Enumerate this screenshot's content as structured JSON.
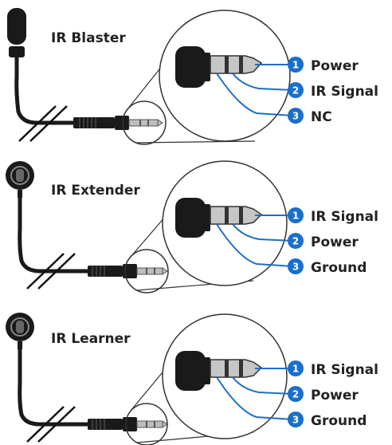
{
  "colors": {
    "accent": "#1a6fc9",
    "cable": "#1a1a1a",
    "metal": "#b8b8b8"
  },
  "panels": [
    {
      "device": "IR Blaster",
      "device_icon": "ir-blaster-emitter-icon",
      "pins": [
        {
          "number": "1",
          "label": "Power"
        },
        {
          "number": "2",
          "label": "IR Signal"
        },
        {
          "number": "3",
          "label": "NC"
        }
      ]
    },
    {
      "device": "IR Extender",
      "device_icon": "ir-receiver-eye-icon",
      "pins": [
        {
          "number": "1",
          "label": "IR Signal"
        },
        {
          "number": "2",
          "label": "Power"
        },
        {
          "number": "3",
          "label": "Ground"
        }
      ]
    },
    {
      "device": "IR Learner",
      "device_icon": "ir-receiver-eye-icon",
      "pins": [
        {
          "number": "1",
          "label": "IR Signal"
        },
        {
          "number": "2",
          "label": "Power"
        },
        {
          "number": "3",
          "label": "Ground"
        }
      ]
    }
  ]
}
